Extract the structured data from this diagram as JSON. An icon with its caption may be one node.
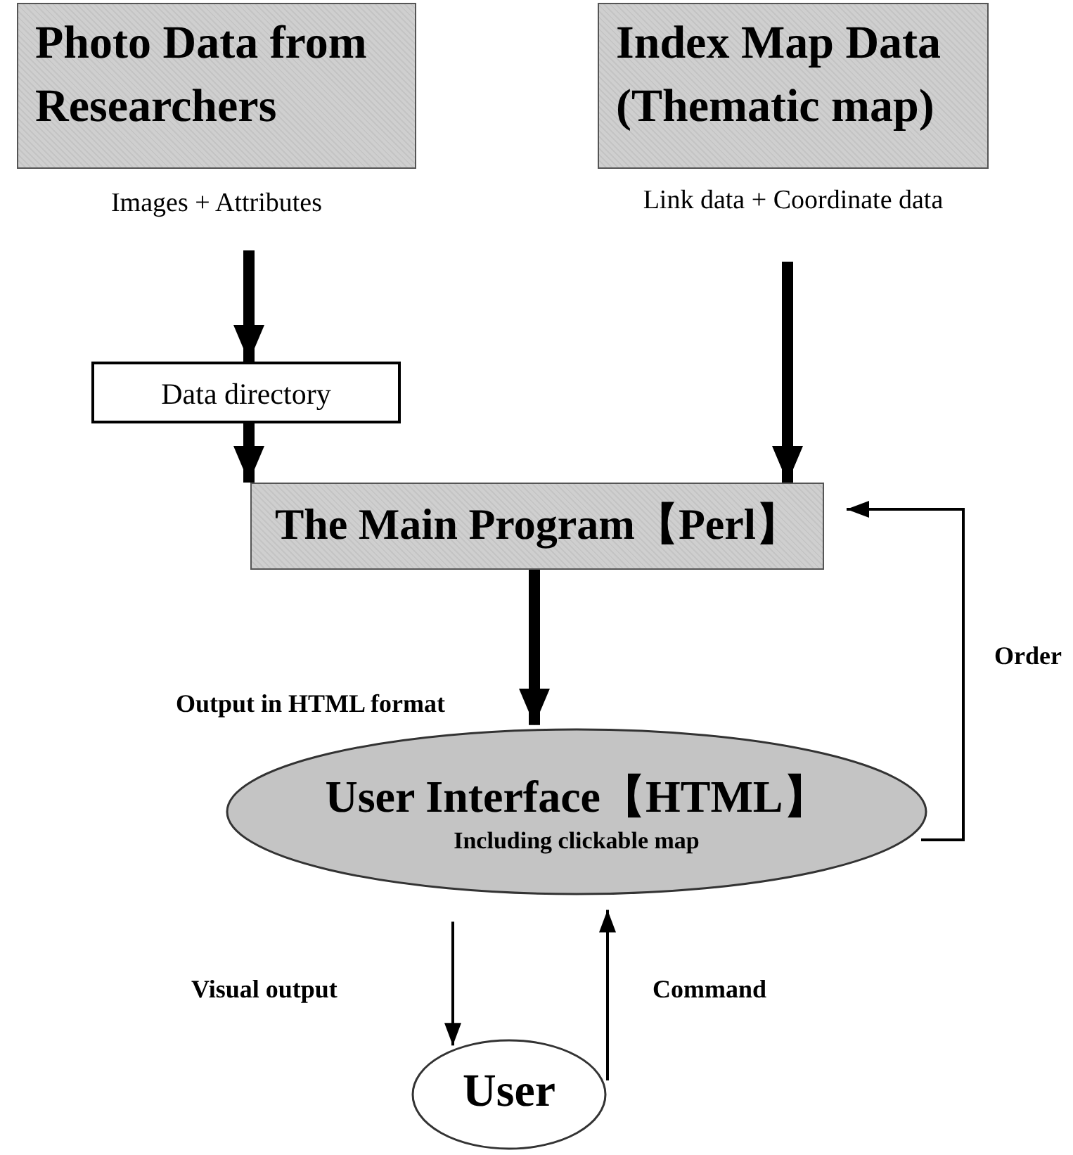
{
  "diagram": {
    "nodes": [
      {
        "text": [
          "Photo Data from Researchers"
        ],
        "beside": [
          "Images + Attributes"
        ]
      },
      {
        "text": [
          "Index Map Data (Thematic map)"
        ],
        "beside": [
          "Link data + Coordinate data"
        ]
      },
      {
        "text": [
          "Data directory"
        ]
      },
      {
        "text": [
          "The Main Program【Perl】"
        ]
      },
      {
        "text": [
          "User Interface【HTML】",
          "Including clickable map"
        ]
      },
      {
        "text": [
          "User"
        ]
      }
    ],
    "edges": [
      {
        "from": 0,
        "to": 2,
        "arrow": "to"
      },
      {
        "from": 2,
        "to": 3,
        "arrow": "to"
      },
      {
        "from": 1,
        "to": 3,
        "arrow": "to"
      },
      {
        "from": 3,
        "to": 4,
        "arrow": "to",
        "label": "Output in HTML format"
      },
      {
        "from": 4,
        "to": 5,
        "arrow": "to",
        "label": "Visual output"
      },
      {
        "from": 5,
        "to": 4,
        "arrow": "to",
        "label": "Command"
      },
      {
        "from": 4,
        "to": 3,
        "arrow": "to",
        "label": "Order"
      }
    ]
  }
}
